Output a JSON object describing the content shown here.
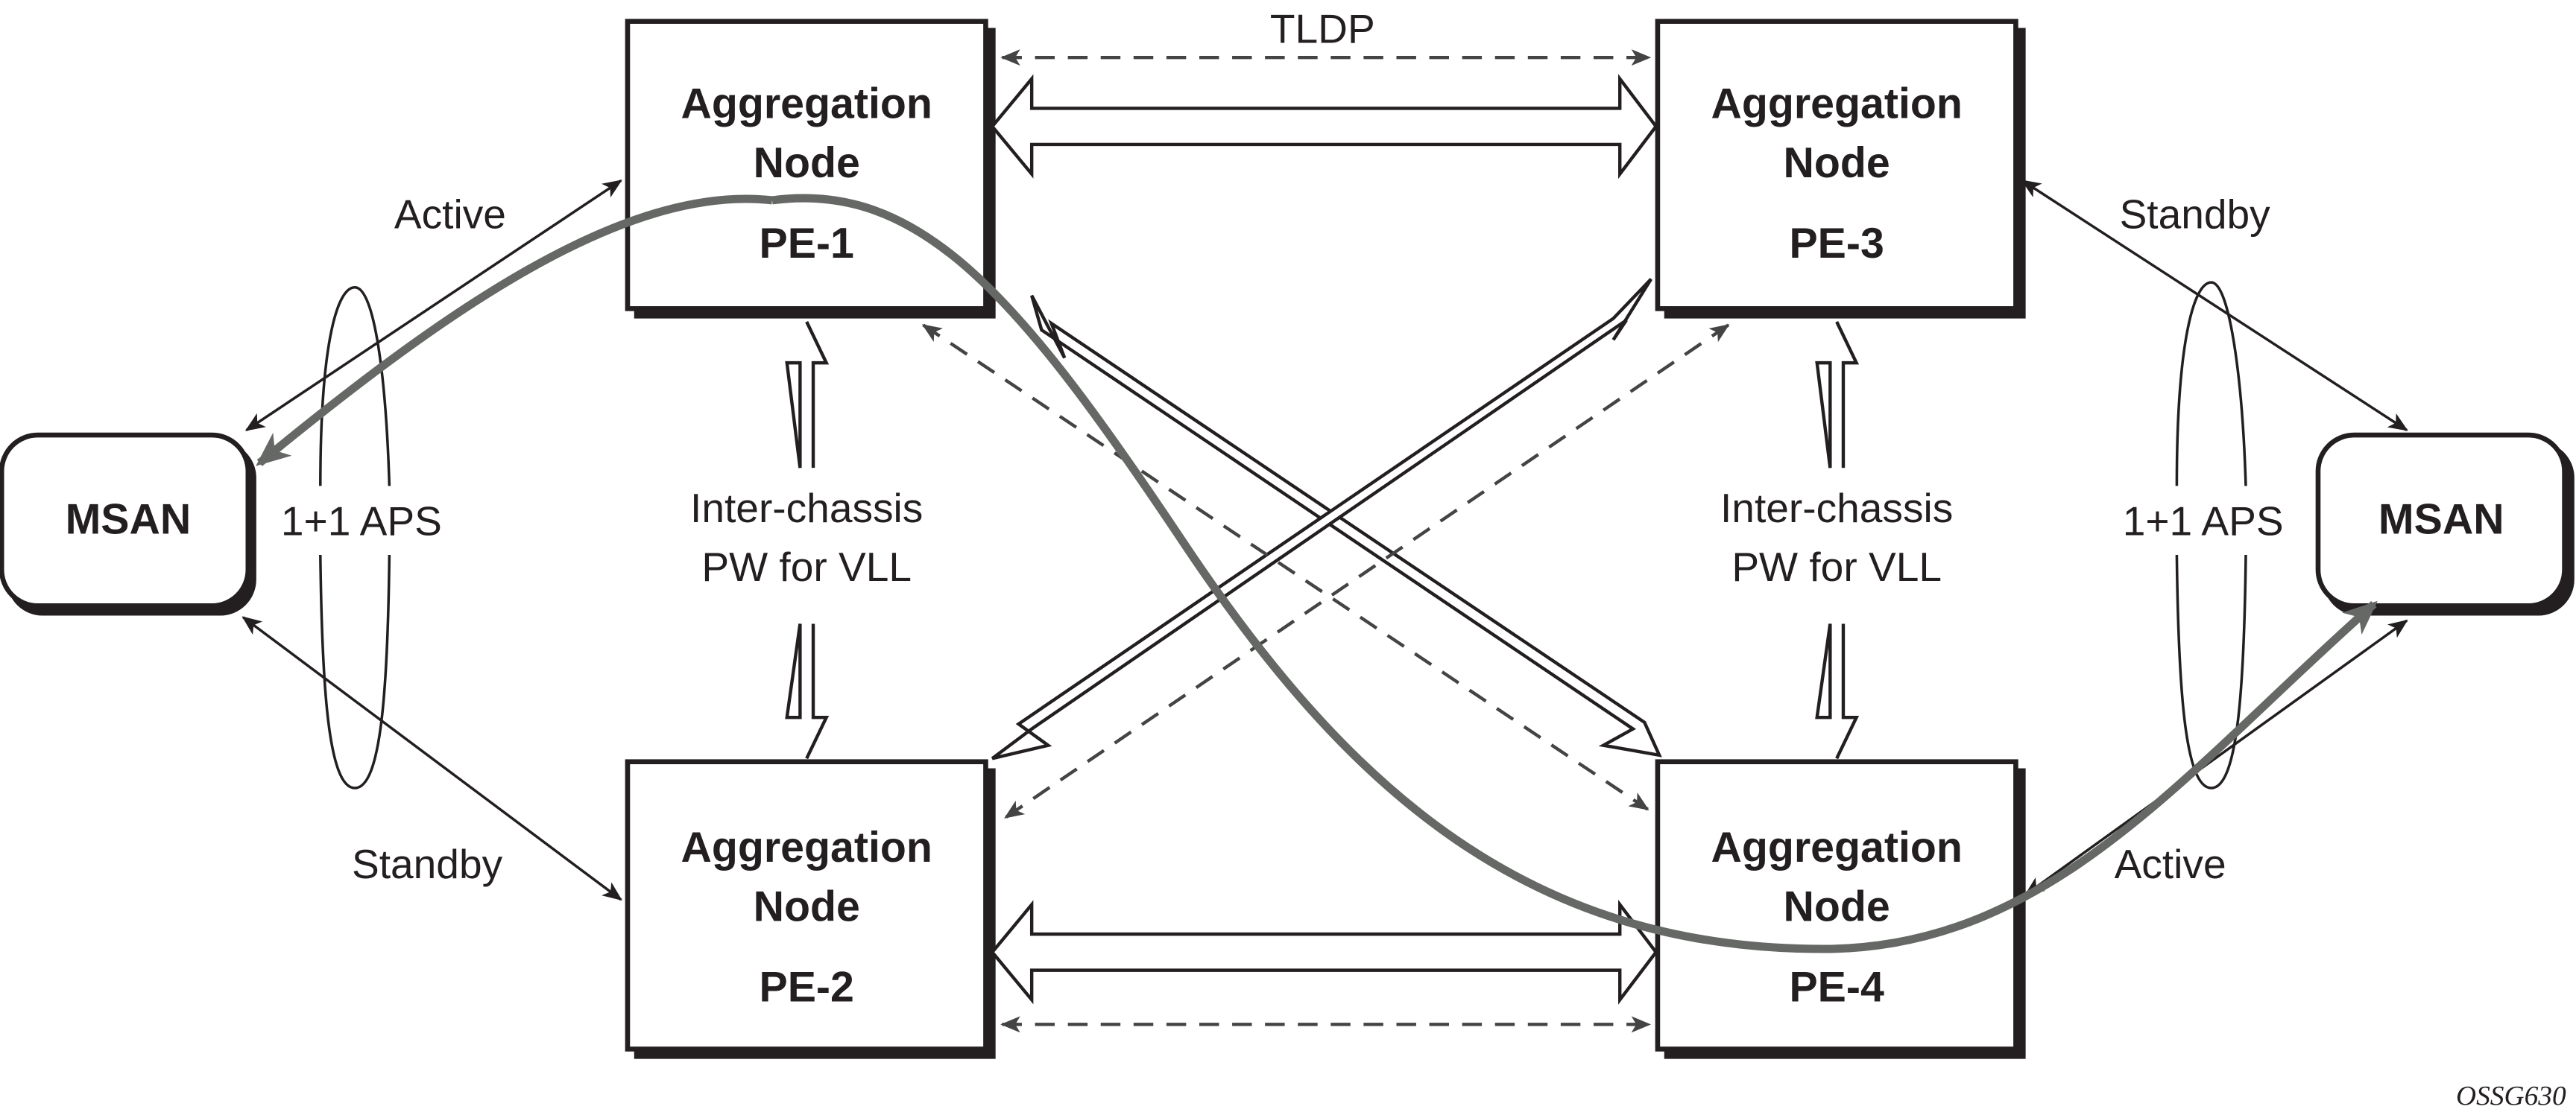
{
  "nodes": {
    "pe1": {
      "title_line1": "Aggregation",
      "title_line2": "Node",
      "id": "PE-1"
    },
    "pe2": {
      "title_line1": "Aggregation",
      "title_line2": "Node",
      "id": "PE-2"
    },
    "pe3": {
      "title_line1": "Aggregation",
      "title_line2": "Node",
      "id": "PE-3"
    },
    "pe4": {
      "title_line1": "Aggregation",
      "title_line2": "Node",
      "id": "PE-4"
    },
    "msan_left": {
      "label": "MSAN"
    },
    "msan_right": {
      "label": "MSAN"
    }
  },
  "labels": {
    "tldp": "TLDP",
    "left_active": "Active",
    "left_standby": "Standby",
    "right_standby": "Standby",
    "right_active": "Active",
    "left_aps": "1+1 APS",
    "right_aps": "1+1 APS",
    "left_pw_line1": "Inter-chassis",
    "left_pw_line2": "PW for VLL",
    "right_pw_line1": "Inter-chassis",
    "right_pw_line2": "PW for VLL"
  },
  "figure_id": "OSSG630",
  "colors": {
    "ink": "#231f20",
    "active_path": "#666866",
    "dashed": "#444444"
  }
}
